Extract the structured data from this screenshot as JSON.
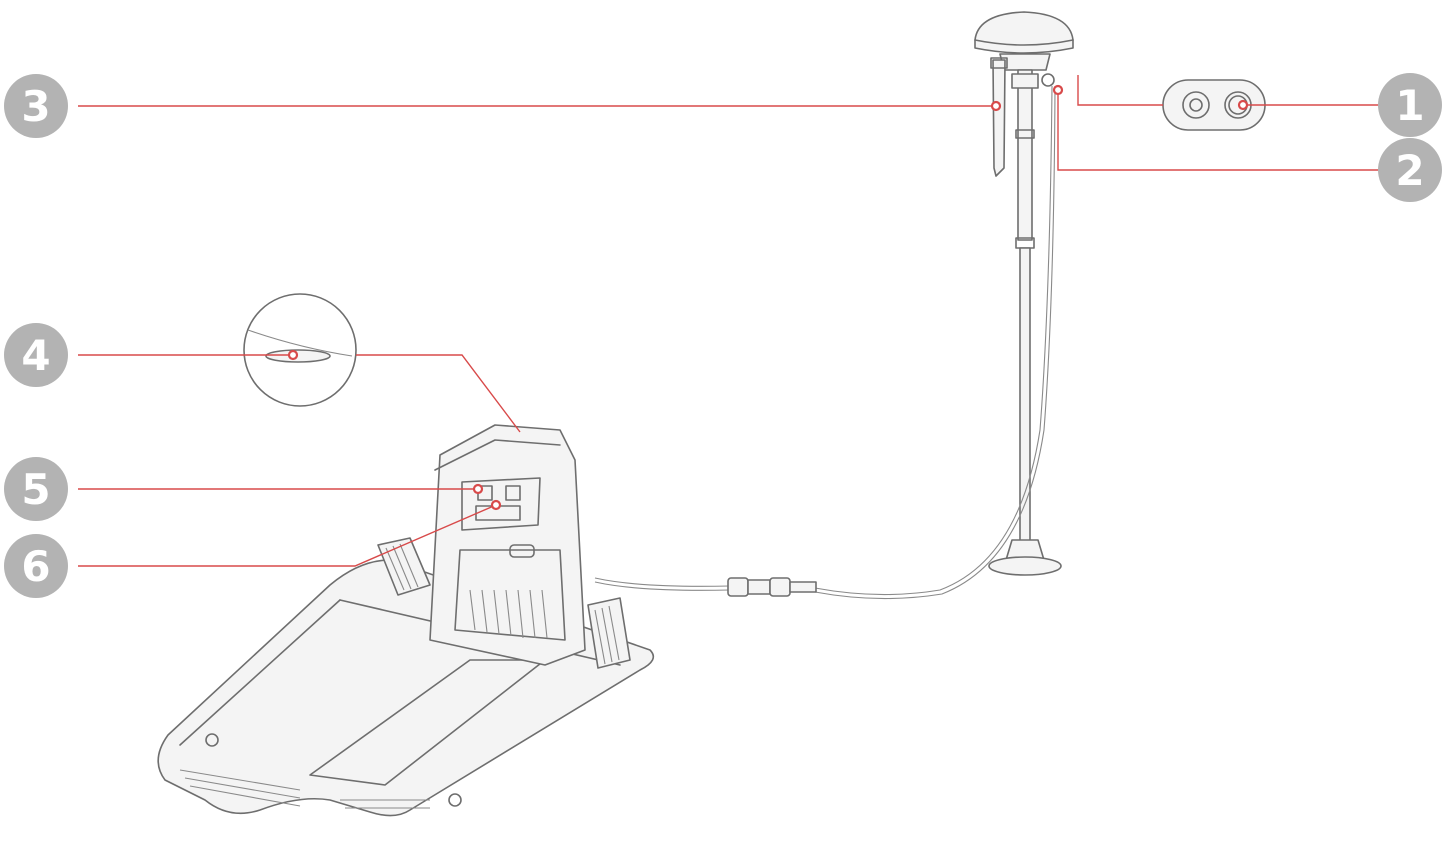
{
  "callouts": [
    {
      "id": "callout-1",
      "number": "1"
    },
    {
      "id": "callout-2",
      "number": "2"
    },
    {
      "id": "callout-3",
      "number": "3"
    },
    {
      "id": "callout-4",
      "number": "4"
    },
    {
      "id": "callout-5",
      "number": "5"
    },
    {
      "id": "callout-6",
      "number": "6"
    }
  ],
  "colors": {
    "badge": "#b3b3b3",
    "leader_line": "#d84a4a",
    "drawing_stroke": "#6e6e6e"
  },
  "components": {
    "charging_station": "charging-station",
    "rtk_antenna": "rtk-reference-station",
    "cable": "extension-cable"
  }
}
